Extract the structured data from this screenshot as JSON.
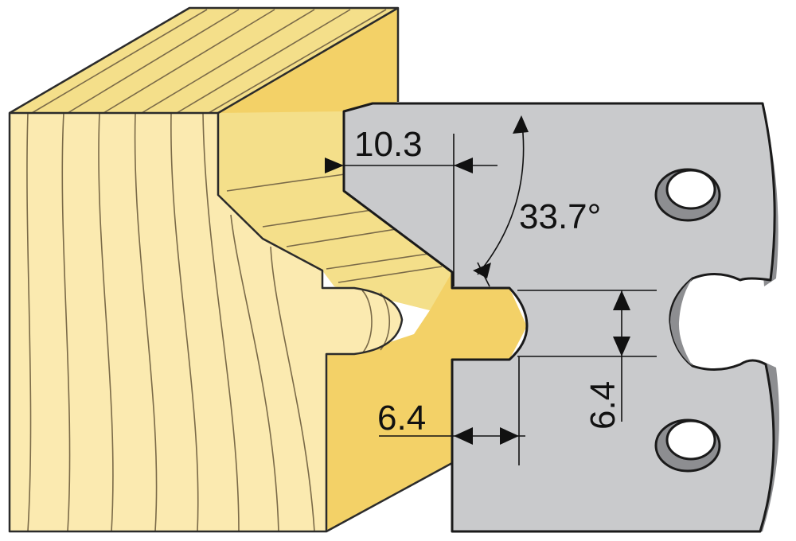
{
  "colors": {
    "wood_front": "#fbeab0",
    "wood_top": "#f4df8a",
    "wood_side": "#f3d167",
    "wood_grain": "#7a6a48",
    "wood_outline": "#2b2b2b",
    "knife_face": "#c9cacc",
    "knife_edge": "#8d8e91",
    "knife_outline": "#1a1a1a",
    "dimension_line": "#111111"
  },
  "dimensions": {
    "top_width": "10.3",
    "angle": "33.7°",
    "vertical_gap": "6.4",
    "lower_step": "6.4"
  }
}
